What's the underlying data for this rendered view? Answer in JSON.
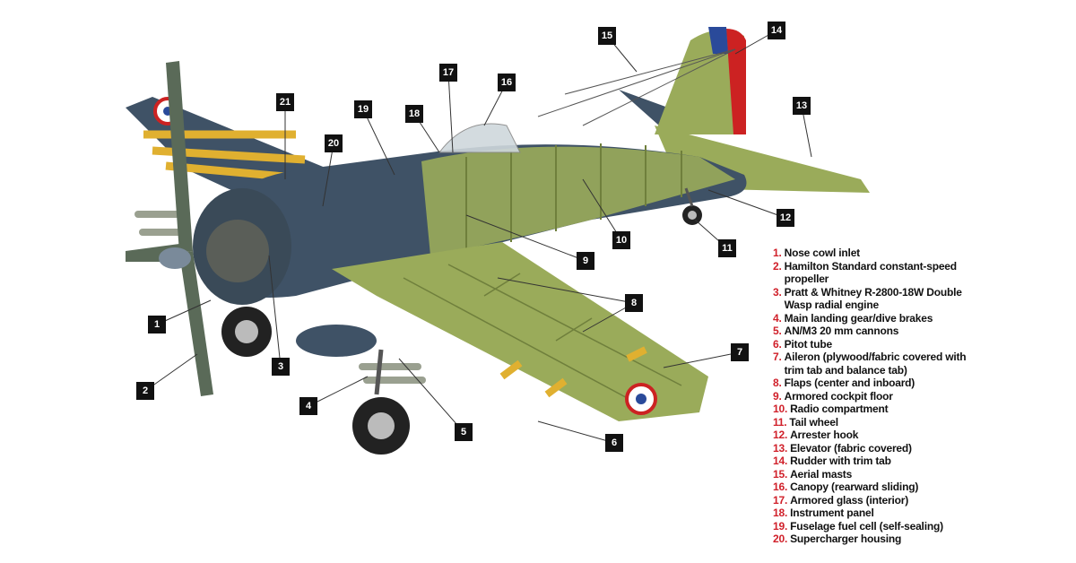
{
  "diagram": {
    "callouts": [
      "1",
      "2",
      "3",
      "4",
      "5",
      "6",
      "7",
      "8",
      "9",
      "10",
      "11",
      "12",
      "13",
      "14",
      "15",
      "16",
      "17",
      "18",
      "19",
      "20",
      "21"
    ]
  },
  "legend": [
    {
      "num": "1.",
      "text": "Nose cowl inlet"
    },
    {
      "num": "2.",
      "text": "Hamilton Standard constant-speed propeller"
    },
    {
      "num": "3.",
      "text": "Pratt & Whitney R-2800-18W Double Wasp radial engine"
    },
    {
      "num": "4.",
      "text": "Main landing gear/dive brakes"
    },
    {
      "num": "5.",
      "text": "AN/M3 20 mm cannons"
    },
    {
      "num": "6.",
      "text": "Pitot tube"
    },
    {
      "num": "7.",
      "text": "Aileron (plywood/fabric covered with trim tab and balance tab)"
    },
    {
      "num": "8.",
      "text": "Flaps (center and inboard)"
    },
    {
      "num": "9.",
      "text": "Armored cockpit floor"
    },
    {
      "num": "10.",
      "text": "Radio compartment"
    },
    {
      "num": "11.",
      "text": "Tail wheel"
    },
    {
      "num": "12.",
      "text": "Arrester hook"
    },
    {
      "num": "13.",
      "text": "Elevator (fabric covered)"
    },
    {
      "num": "14.",
      "text": "Rudder with trim tab"
    },
    {
      "num": "15.",
      "text": "Aerial masts"
    },
    {
      "num": "16.",
      "text": "Canopy (rearward sliding)"
    },
    {
      "num": "17.",
      "text": "Armored glass (interior)"
    },
    {
      "num": "18.",
      "text": "Instrument panel"
    },
    {
      "num": "19.",
      "text": "Fuselage fuel cell (self-sealing)"
    },
    {
      "num": "20.",
      "text": "Supercharger housing"
    }
  ],
  "colors": {
    "skin": "#3f5266",
    "interior": "#9aab5a",
    "stripe": "#e0b030",
    "number": "#d0202a"
  }
}
